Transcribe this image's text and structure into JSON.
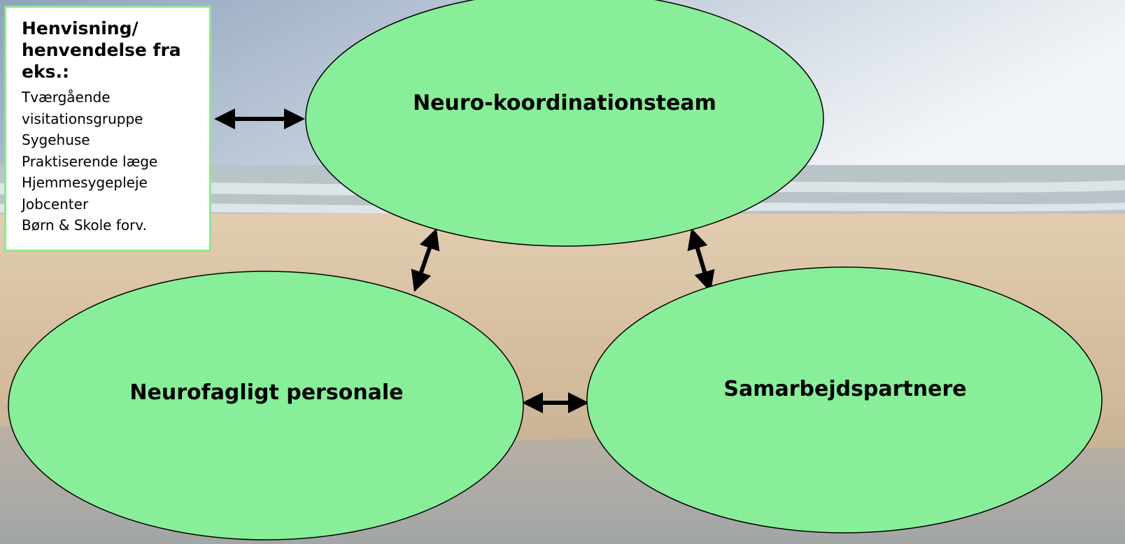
{
  "colors": {
    "node_fill": "#88ee99",
    "node_stroke": "#000000",
    "arrow": "#000000",
    "box_border": "#8ee68e",
    "sky_top": "#8fa3bd",
    "sky_bottom": "#f3f6f8",
    "sea": "#b9c4c8",
    "sand": "#d9c2a3",
    "wet_sand": "#a9a9a6"
  },
  "referral": {
    "title": "Henvisning/ henvendelse fra eks.:",
    "items": [
      "Tværgående",
      "visitationsgruppe",
      "Sygehuse",
      "Praktiserende læge",
      "Hjemmesygepleje",
      "Jobcenter",
      "Børn & Skole forv."
    ]
  },
  "nodes": {
    "coordination": {
      "label": "Neuro-koordinationsteam"
    },
    "staff": {
      "label": "Neurofagligt personale"
    },
    "partners": {
      "label": "Samarbejdspartnere"
    }
  },
  "arrows": [
    {
      "from": "referral",
      "to": "coordination",
      "style": "double-headed"
    },
    {
      "from": "coordination",
      "to": "staff",
      "style": "double-headed"
    },
    {
      "from": "coordination",
      "to": "partners",
      "style": "double-headed"
    },
    {
      "from": "staff",
      "to": "partners",
      "style": "double-headed"
    }
  ],
  "background": {
    "scene": "beach",
    "elements": [
      "sky",
      "sea",
      "sand"
    ]
  }
}
